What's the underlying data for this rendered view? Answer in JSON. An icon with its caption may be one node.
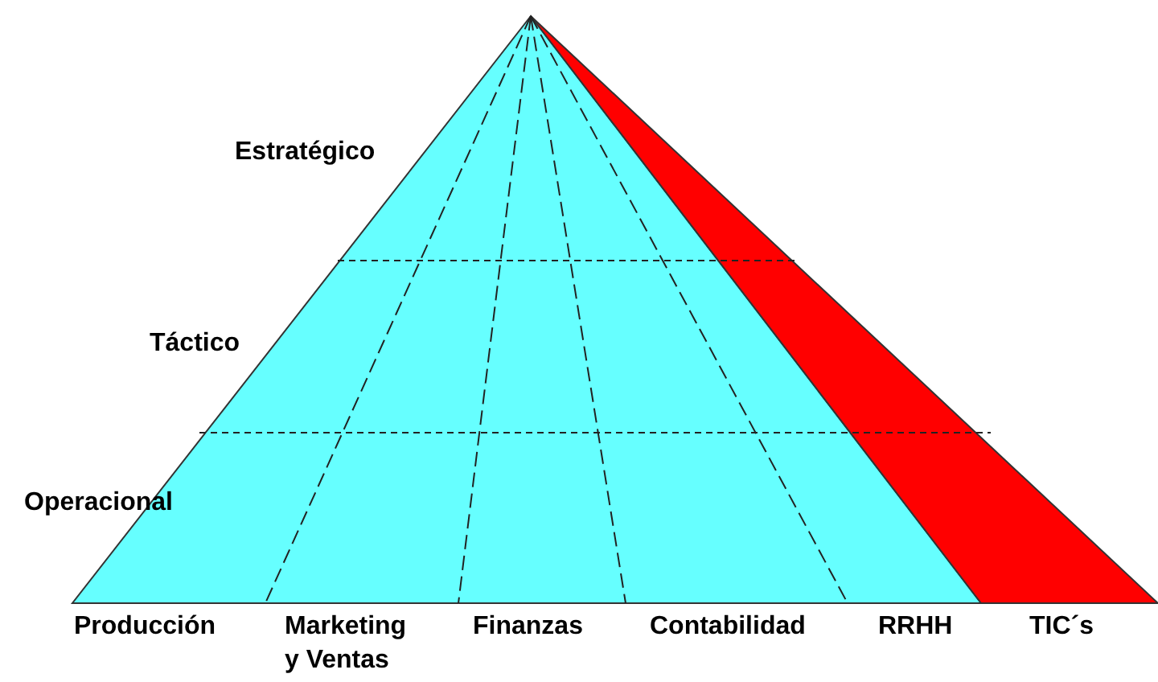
{
  "diagram": {
    "labels": [
      "Estratégico",
      "Táctico",
      "Operacional",
      "Producción",
      "Marketing y Ventas",
      "Finanzas",
      "Contabilidad",
      "RRHH",
      "TIC´s"
    ]
  }
}
